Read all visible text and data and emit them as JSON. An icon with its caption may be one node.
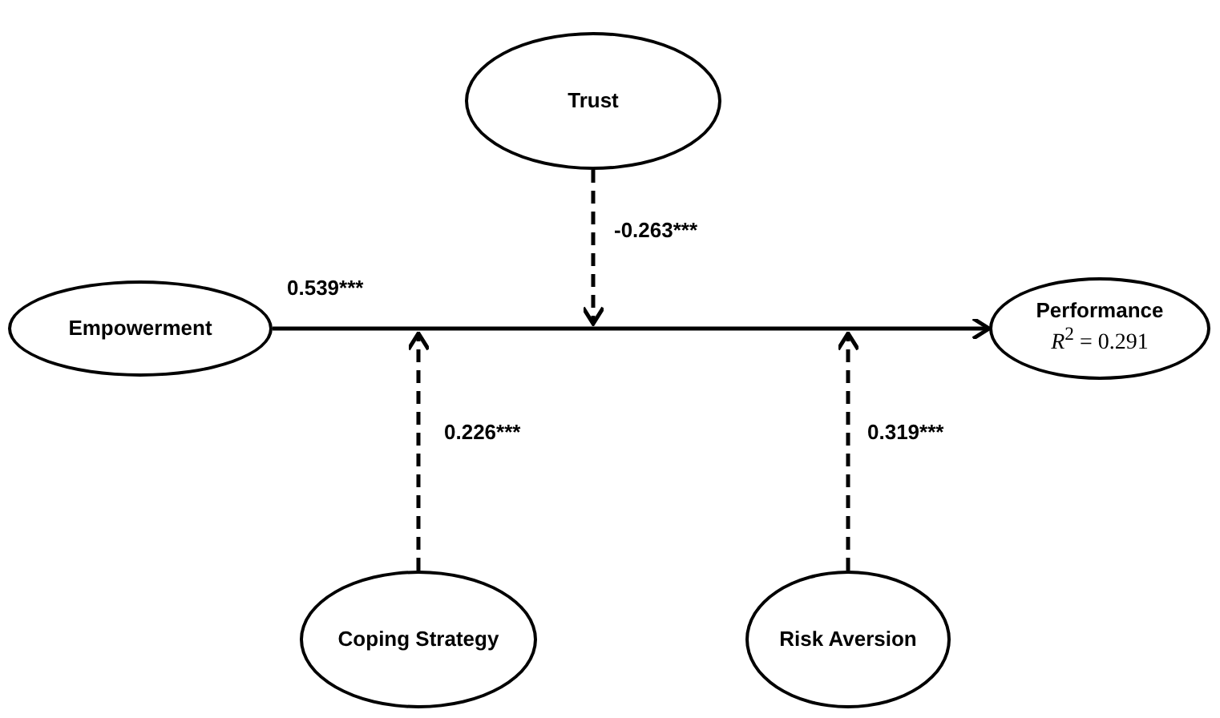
{
  "diagram": {
    "nodes": [
      {
        "text": [
          "Trust"
        ]
      },
      {
        "text": [
          "Empowerment"
        ]
      },
      {
        "text": [
          "Performance",
          "*R*$^{2}$ = 0.291"
        ]
      },
      {
        "text": [
          "Coping Strategy"
        ]
      },
      {
        "text": [
          "Risk Aversion"
        ]
      }
    ],
    "edges": [
      {
        "from": 1,
        "to": 2,
        "arrow": "to",
        "label": "0.539***"
      },
      {
        "from": 0,
        "to": null,
        "arrow": "to",
        "style": "dashed",
        "label": "-0.263***"
      },
      {
        "from": 3,
        "to": null,
        "arrow": "to",
        "style": "dashed",
        "label": "0.226***"
      },
      {
        "from": 4,
        "to": null,
        "arrow": "to",
        "style": "dashed",
        "label": "0.319***"
      }
    ]
  }
}
